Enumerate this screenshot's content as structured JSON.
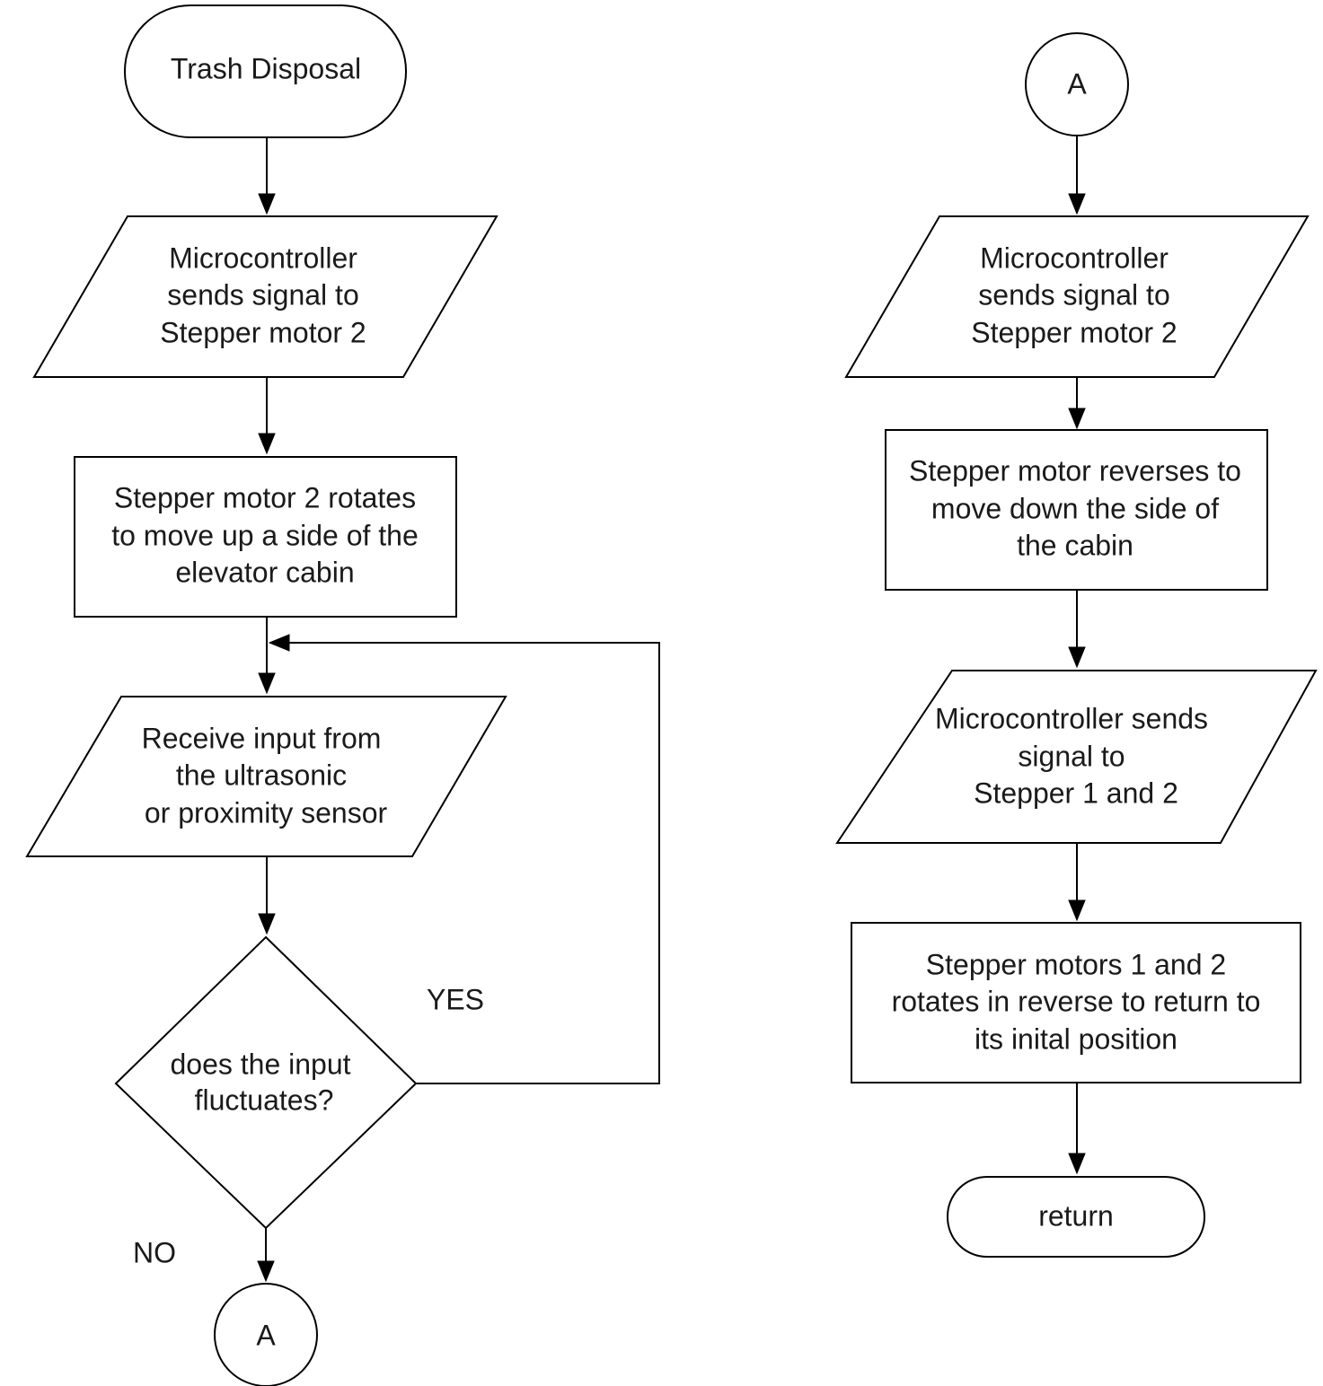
{
  "diagram": {
    "left_column": {
      "start": {
        "label": "Trash Disposal"
      },
      "input_signal": {
        "lines": [
          "Microcontroller",
          "sends signal to",
          "Stepper motor 2"
        ]
      },
      "rotate_up": {
        "lines": [
          "Stepper motor 2 rotates",
          "to move up a side of the",
          "elevator cabin"
        ]
      },
      "receive_input": {
        "lines": [
          "Receive input from",
          "the ultrasonic",
          "or proximity sensor"
        ]
      },
      "decision": {
        "lines": [
          "does the input",
          "fluctuates?"
        ]
      },
      "connector_out": {
        "label": "A"
      }
    },
    "right_column": {
      "connector_in": {
        "label": "A"
      },
      "input_signal": {
        "lines": [
          "Microcontroller",
          "sends signal to",
          "Stepper motor 2"
        ]
      },
      "reverse_down": {
        "lines": [
          "Stepper motor reverses to",
          "move down the side of",
          "the cabin"
        ]
      },
      "signal_both": {
        "lines": [
          "Microcontroller sends",
          "signal to",
          "Stepper 1 and 2"
        ]
      },
      "return_initial": {
        "lines": [
          "Stepper motors 1 and 2",
          "rotates in reverse to return to",
          "its inital position"
        ]
      },
      "end": {
        "label": "return"
      }
    },
    "edge_labels": {
      "yes": "YES",
      "no": "NO"
    }
  }
}
